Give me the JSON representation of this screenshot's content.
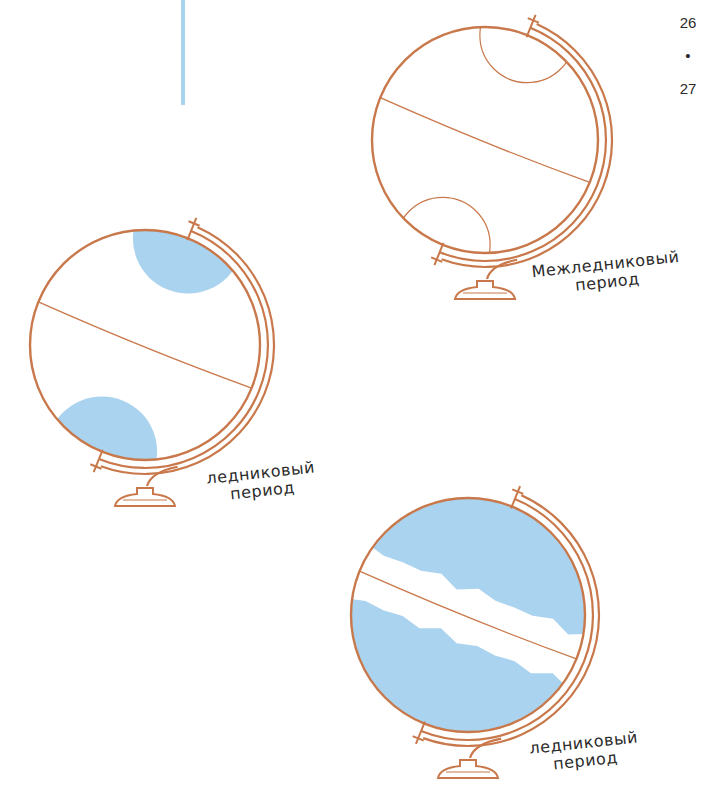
{
  "diagram": {
    "labels": [
      "26",
      "•",
      "27",
      "Межледниковый период",
      "ледниковый период",
      "ледниковый период"
    ]
  }
}
